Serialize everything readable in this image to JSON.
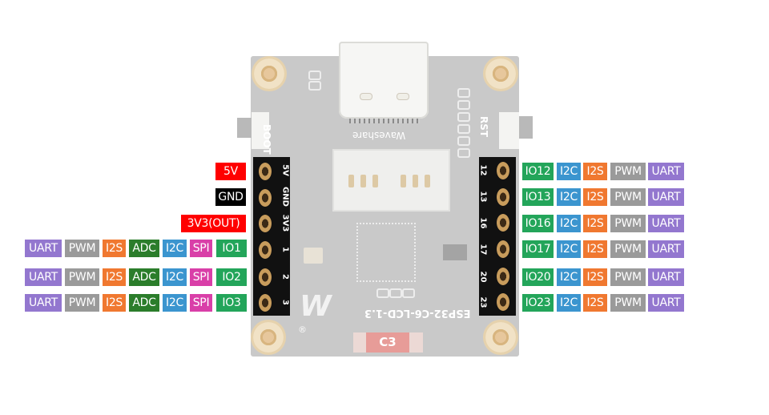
{
  "board": {
    "model_silk": "ESP32-C6-LCD-1.3",
    "brand_silk": "Waveshare",
    "boot_label": "BOOT",
    "rst_label": "RST",
    "antenna_label": "C3",
    "left_header_pins": [
      "5V",
      "GND",
      "3V3",
      "1",
      "2",
      "3"
    ],
    "right_header_pins": [
      "12",
      "13",
      "16",
      "17",
      "20",
      "23"
    ]
  },
  "colors": {
    "power": "#ff0000",
    "gnd": "#000000",
    "io": "#23a55a",
    "i2c": "#3b95cf",
    "i2s": "#f07830",
    "pwm": "#9a9a9a",
    "uart": "#9377cf",
    "adc": "#2b7d2b",
    "spi": "#d93fa8"
  },
  "left_pins": [
    {
      "pin": "5V",
      "tags": [
        {
          "text": "5V",
          "type": "power"
        }
      ]
    },
    {
      "pin": "GND",
      "tags": [
        {
          "text": "GND",
          "type": "gnd"
        }
      ]
    },
    {
      "pin": "3V3",
      "tags": [
        {
          "text": "3V3(OUT)",
          "type": "power"
        }
      ]
    },
    {
      "pin": "1",
      "tags": [
        {
          "text": "UART",
          "type": "uart"
        },
        {
          "text": "PWM",
          "type": "pwm"
        },
        {
          "text": "I2S",
          "type": "i2s"
        },
        {
          "text": "ADC",
          "type": "adc"
        },
        {
          "text": "I2C",
          "type": "i2c"
        },
        {
          "text": "SPI",
          "type": "spi"
        },
        {
          "text": "IO1",
          "type": "io"
        }
      ]
    },
    {
      "pin": "2",
      "tags": [
        {
          "text": "UART",
          "type": "uart"
        },
        {
          "text": "PWM",
          "type": "pwm"
        },
        {
          "text": "I2S",
          "type": "i2s"
        },
        {
          "text": "ADC",
          "type": "adc"
        },
        {
          "text": "I2C",
          "type": "i2c"
        },
        {
          "text": "SPI",
          "type": "spi"
        },
        {
          "text": "IO2",
          "type": "io"
        }
      ]
    },
    {
      "pin": "3",
      "tags": [
        {
          "text": "UART",
          "type": "uart"
        },
        {
          "text": "PWM",
          "type": "pwm"
        },
        {
          "text": "I2S",
          "type": "i2s"
        },
        {
          "text": "ADC",
          "type": "adc"
        },
        {
          "text": "I2C",
          "type": "i2c"
        },
        {
          "text": "SPI",
          "type": "spi"
        },
        {
          "text": "IO3",
          "type": "io"
        }
      ]
    }
  ],
  "right_pins": [
    {
      "pin": "12",
      "tags": [
        {
          "text": "IO12",
          "type": "io"
        },
        {
          "text": "I2C",
          "type": "i2c"
        },
        {
          "text": "I2S",
          "type": "i2s"
        },
        {
          "text": "PWM",
          "type": "pwm"
        },
        {
          "text": "UART",
          "type": "uart"
        }
      ]
    },
    {
      "pin": "13",
      "tags": [
        {
          "text": "IO13",
          "type": "io"
        },
        {
          "text": "I2C",
          "type": "i2c"
        },
        {
          "text": "I2S",
          "type": "i2s"
        },
        {
          "text": "PWM",
          "type": "pwm"
        },
        {
          "text": "UART",
          "type": "uart"
        }
      ]
    },
    {
      "pin": "16",
      "tags": [
        {
          "text": "IO16",
          "type": "io"
        },
        {
          "text": "I2C",
          "type": "i2c"
        },
        {
          "text": "I2S",
          "type": "i2s"
        },
        {
          "text": "PWM",
          "type": "pwm"
        },
        {
          "text": "UART",
          "type": "uart"
        }
      ]
    },
    {
      "pin": "17",
      "tags": [
        {
          "text": "IO17",
          "type": "io"
        },
        {
          "text": "I2C",
          "type": "i2c"
        },
        {
          "text": "I2S",
          "type": "i2s"
        },
        {
          "text": "PWM",
          "type": "pwm"
        },
        {
          "text": "UART",
          "type": "uart"
        }
      ]
    },
    {
      "pin": "20",
      "tags": [
        {
          "text": "IO20",
          "type": "io"
        },
        {
          "text": "I2C",
          "type": "i2c"
        },
        {
          "text": "I2S",
          "type": "i2s"
        },
        {
          "text": "PWM",
          "type": "pwm"
        },
        {
          "text": "UART",
          "type": "uart"
        }
      ]
    },
    {
      "pin": "23",
      "tags": [
        {
          "text": "IO23",
          "type": "io"
        },
        {
          "text": "I2C",
          "type": "i2c"
        },
        {
          "text": "I2S",
          "type": "i2s"
        },
        {
          "text": "PWM",
          "type": "pwm"
        },
        {
          "text": "UART",
          "type": "uart"
        }
      ]
    }
  ]
}
